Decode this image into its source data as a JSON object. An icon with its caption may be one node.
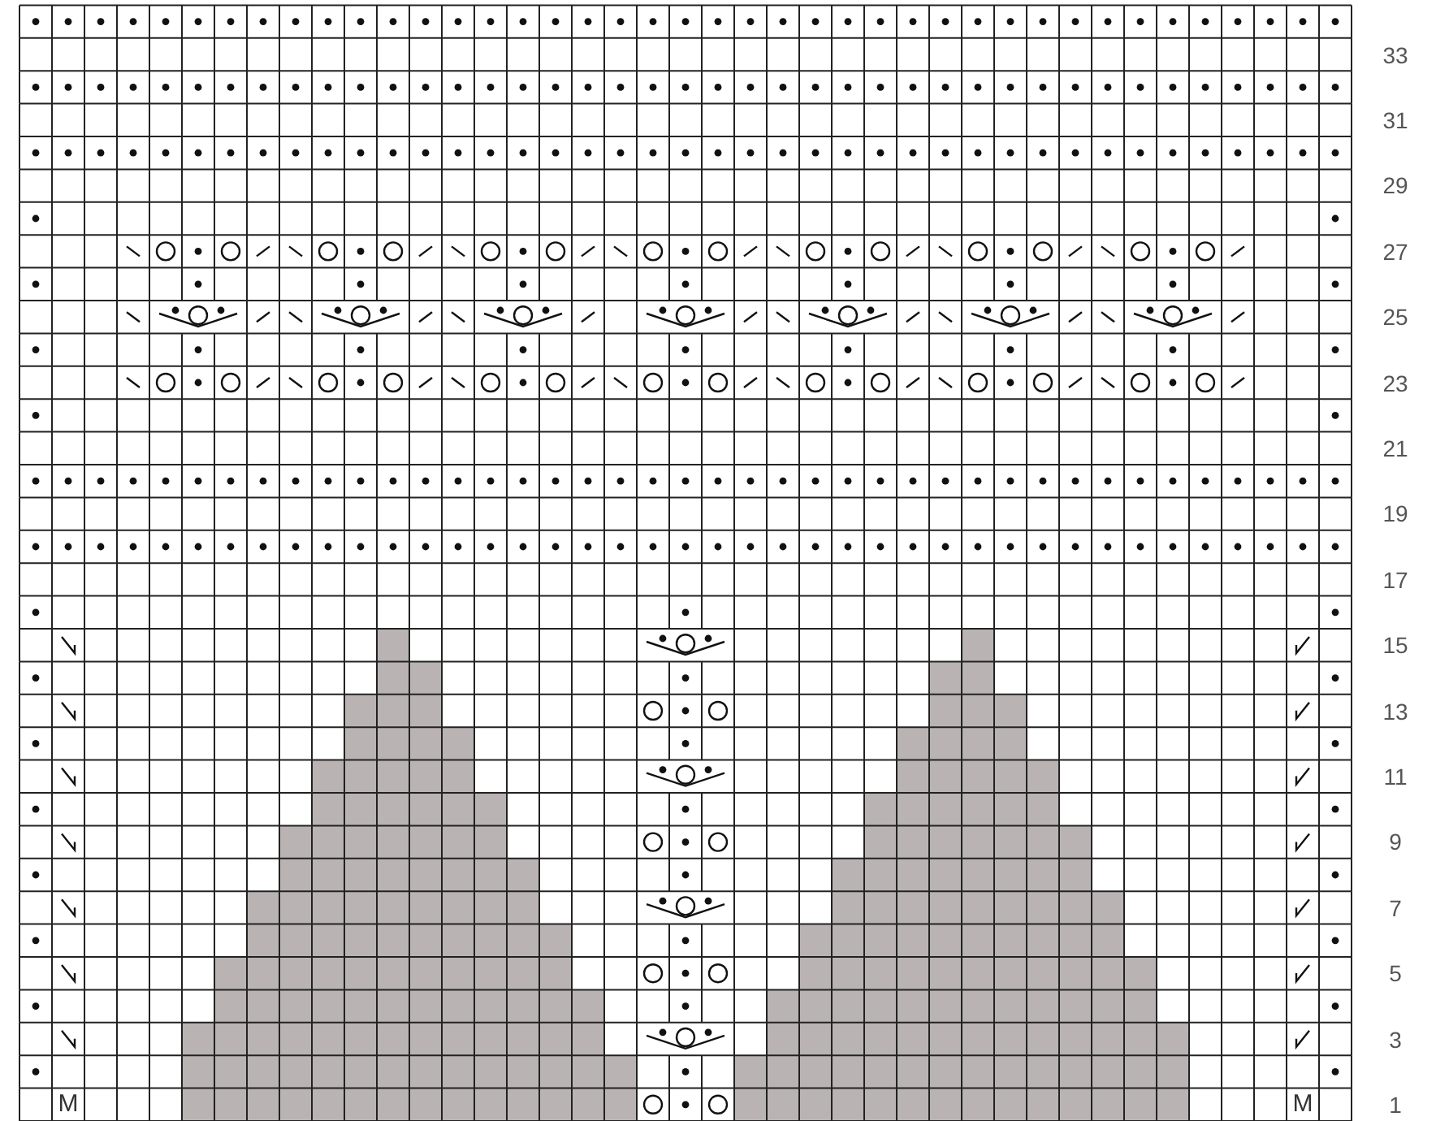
{
  "diagram": {
    "labels": [
      "33",
      "31",
      "29",
      "27",
      "25",
      "23",
      "21",
      "19",
      "17",
      "15",
      "13",
      "11",
      "9",
      "7",
      "5",
      "3",
      "M",
      "M",
      "1"
    ]
  }
}
